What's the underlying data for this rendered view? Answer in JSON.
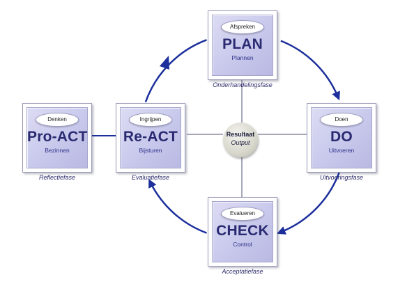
{
  "boxes": {
    "plan": {
      "pill": "Afspreken",
      "title": "PLAN",
      "subtitle": "Plannen"
    },
    "do": {
      "pill": "Doen",
      "title": "DO",
      "subtitle": "Uitvoeren"
    },
    "check": {
      "pill": "Evalueren",
      "title": "CHECK",
      "subtitle": "Control"
    },
    "react": {
      "pill": "Ingrijpen",
      "title": "Re-ACT",
      "subtitle": "Bijsturen"
    },
    "proact": {
      "pill": "Denken",
      "title": "Pro-ACT",
      "subtitle": "Bezinnen"
    }
  },
  "phases": {
    "plan": "Onderhandelingsfase",
    "do": "Uitvoeringsfase",
    "check": "Acceptatiefase",
    "react": "Evaluatiefase",
    "proact": "Reflectiefase"
  },
  "center": {
    "title": "Resultaat",
    "subtitle": "Output"
  },
  "colors": {
    "cycle_line": "#1c2f9c",
    "connector_line": "#50507a",
    "title_text": "#2a2a72"
  }
}
